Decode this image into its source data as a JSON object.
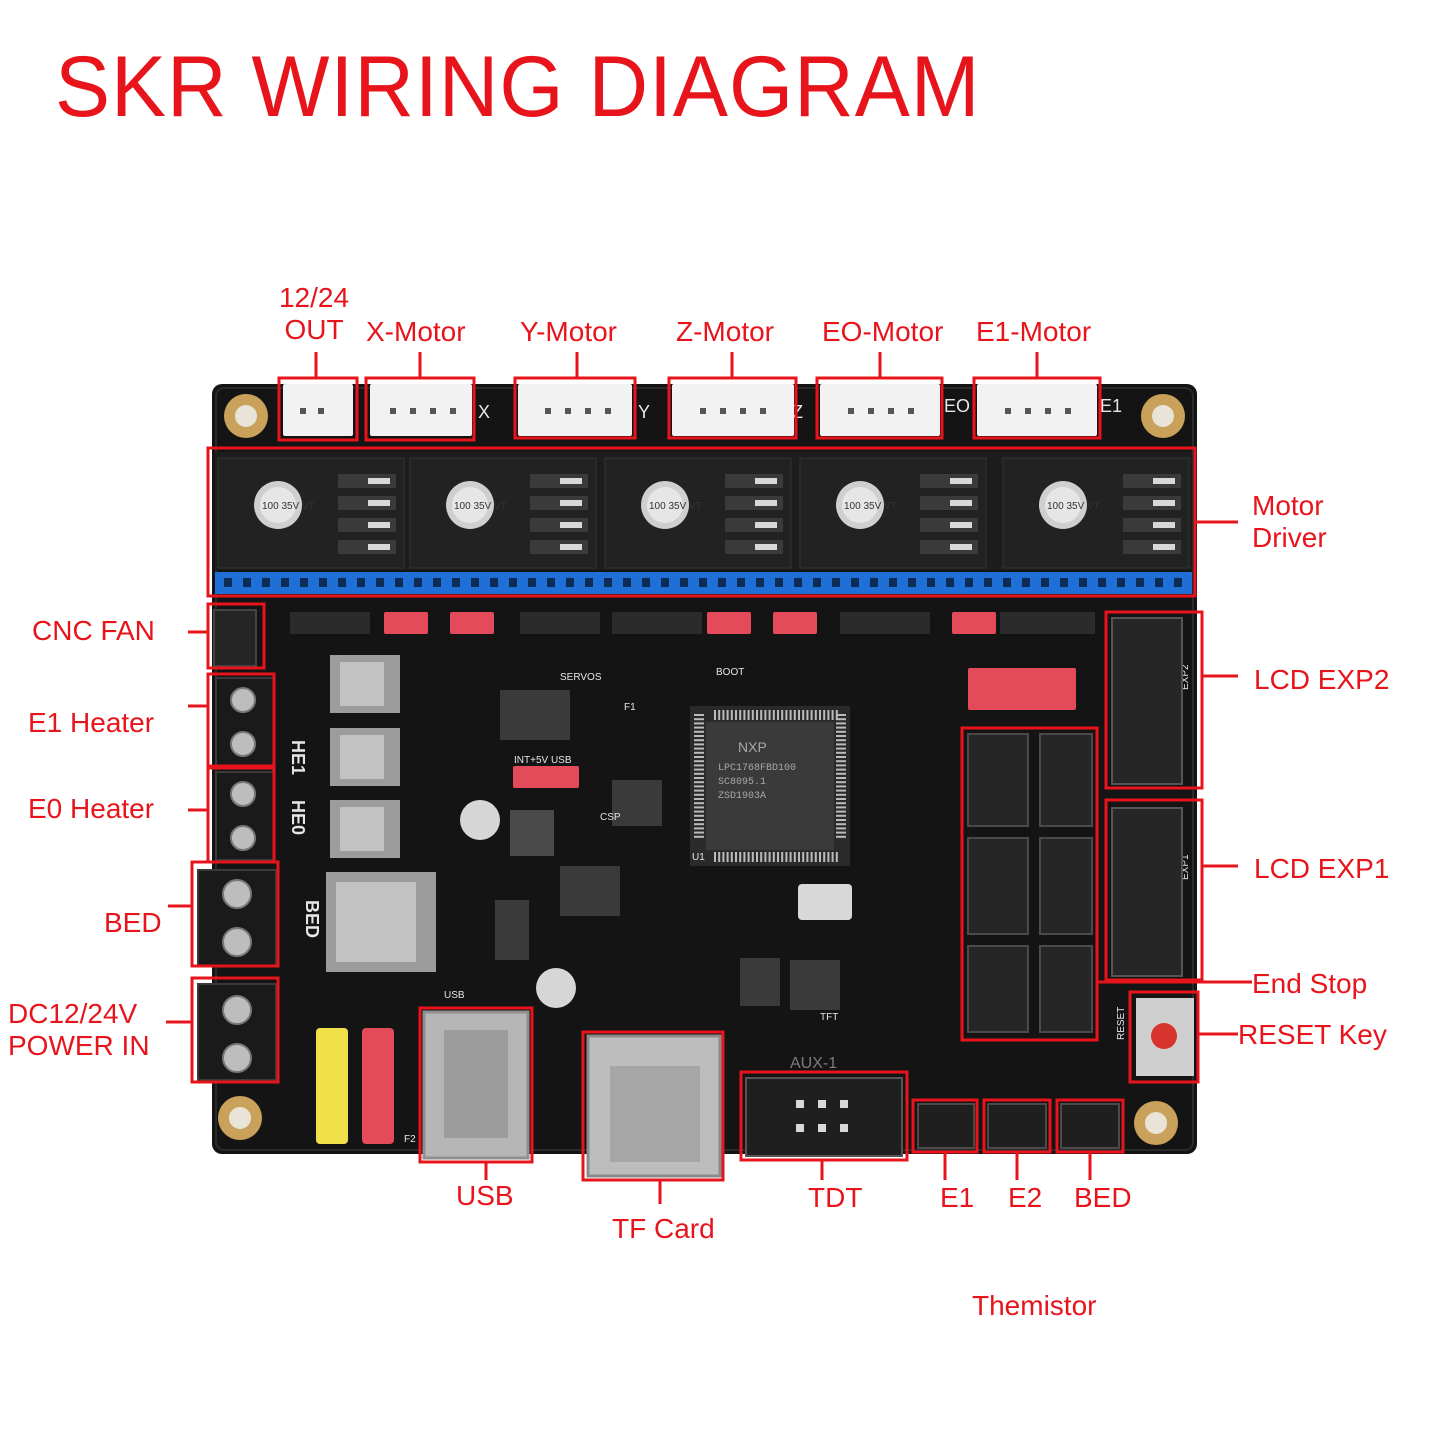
{
  "title": "SKR WIRING DIAGRAM",
  "colors": {
    "accent": "#e8141b",
    "board": "#141414",
    "connector": "#f2f2f2",
    "header_blue": "#1f6fd6",
    "jumper_red": "#e44b5a",
    "fuse_yellow": "#f0e04a",
    "brass": "#c9a15a"
  },
  "labels": {
    "out_12_24_line1": "12/24",
    "out_12_24_line2": "OUT",
    "x_motor": "X-Motor",
    "y_motor": "Y-Motor",
    "z_motor": "Z-Motor",
    "e0_motor": "EO-Motor",
    "e1_motor": "E1-Motor",
    "motor_driver_line1": "Motor",
    "motor_driver_line2": "Driver",
    "cnc_fan": "CNC FAN",
    "e1_heater": "E1 Heater",
    "e0_heater": "E0 Heater",
    "bed": "BED",
    "power_line1": "DC12/24V",
    "power_line2": "POWER IN",
    "lcd_exp2": "LCD EXP2",
    "lcd_exp1": "LCD EXP1",
    "end_stop": "End Stop",
    "reset_key": "RESET Key",
    "usb": "USB",
    "tf_card": "TF Card",
    "tdt": "TDT",
    "therm_e1": "E1",
    "therm_e2": "E2",
    "therm_bed": "BED",
    "thermistor": "Themistor"
  },
  "board_text": {
    "mcu_brand": "NXP",
    "mcu_line1": "LPC1768FBD100",
    "mcu_line2": "SC8095.1",
    "mcu_line3": "ZSD1903A",
    "cap_text": "100 35V VT",
    "silk_x": "X",
    "silk_y": "Y",
    "silk_z": "Z",
    "silk_e0": "EO",
    "silk_e1": "E1",
    "silk_servos": "SERVOS",
    "silk_boot": "BOOT",
    "silk_usb": "USB",
    "silk_int_usb": "INT+5V USB",
    "silk_aux": "AUX-1",
    "silk_he1": "HE1",
    "silk_he0": "HE0",
    "silk_bed": "BED",
    "silk_exp1": "EXP1",
    "silk_exp2": "EXP2",
    "silk_tft": "TFT",
    "silk_u1": "U1",
    "silk_f1": "F1",
    "silk_f2": "F2",
    "silk_reset": "RESET",
    "silk_csp": "CSP"
  }
}
